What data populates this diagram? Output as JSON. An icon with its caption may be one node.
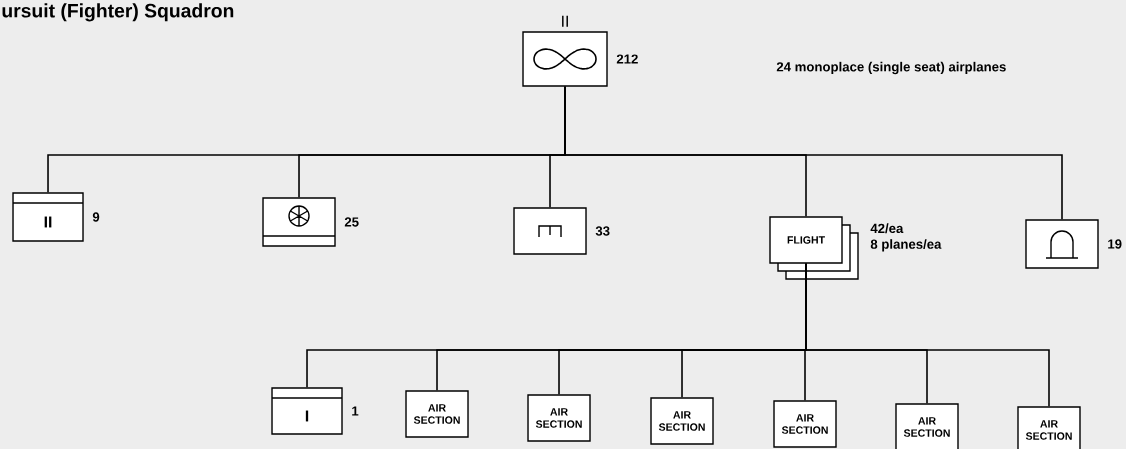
{
  "diagram": {
    "title": "ursuit (Fighter) Squadron",
    "nodes": [
      {
        "text": [],
        "shape": "box",
        "beside": [
          "II",
          "212"
        ]
      },
      {
        "text": [
          "II"
        ],
        "beside": [
          "9"
        ]
      },
      {
        "text": [],
        "shape": "box",
        "beside": [
          "25"
        ]
      },
      {
        "text": [],
        "shape": "box",
        "beside": [
          "33"
        ]
      },
      {
        "text": [
          "FLIGHT"
        ],
        "beside": [
          "42/ea",
          "8 planes/ea"
        ]
      },
      {
        "text": [],
        "shape": "box",
        "beside": [
          "19"
        ]
      },
      {
        "text": [
          "I"
        ],
        "beside": [
          "1"
        ]
      },
      {
        "text": [
          "AIR SECTION"
        ]
      },
      {
        "text": [
          "AIR SECTION"
        ]
      },
      {
        "text": [
          "AIR SECTION"
        ]
      },
      {
        "text": [
          "AIR SECTION"
        ]
      },
      {
        "text": [
          "AIR SECTION"
        ]
      },
      {
        "text": [
          "AIR SECTION"
        ]
      }
    ],
    "edges": [
      {
        "from": 0,
        "to": 1,
        "arrow": "none"
      },
      {
        "from": 0,
        "to": 2,
        "arrow": "none"
      },
      {
        "from": 0,
        "to": 3,
        "arrow": "none"
      },
      {
        "from": 0,
        "to": 4,
        "arrow": "none"
      },
      {
        "from": 0,
        "to": 5,
        "arrow": "none"
      },
      {
        "from": 4,
        "to": 6,
        "arrow": "none"
      },
      {
        "from": 4,
        "to": 7,
        "arrow": "none"
      },
      {
        "from": 4,
        "to": 8,
        "arrow": "none"
      },
      {
        "from": 4,
        "to": 9,
        "arrow": "none"
      },
      {
        "from": 4,
        "to": 10,
        "arrow": "none"
      },
      {
        "from": 4,
        "to": 11,
        "arrow": "none"
      },
      {
        "from": 4,
        "to": 12,
        "arrow": "none"
      }
    ],
    "labels": [
      "24 monoplace (single seat) airplanes"
    ]
  }
}
